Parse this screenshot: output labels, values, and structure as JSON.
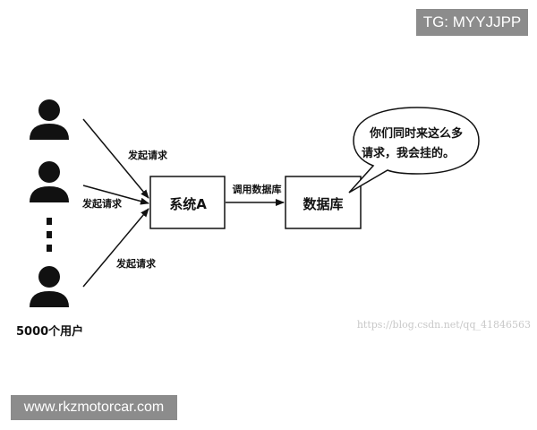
{
  "watermark_top": "TG: MYYJJPP",
  "watermark_bottom": "www.rkzmotorcar.com",
  "watermark_url": "https://blog.csdn.net/qq_41846563",
  "users_label": "5000个用户",
  "request_label_top": "发起请求",
  "request_label_middle": "发起请求",
  "request_label_bottom": "发起请求",
  "system_label": "系统A",
  "call_label": "调用数据库",
  "database_label": "数据库",
  "bubble_line1": "你们同时来这么多",
  "bubble_line2": "请求，我会挂的。"
}
